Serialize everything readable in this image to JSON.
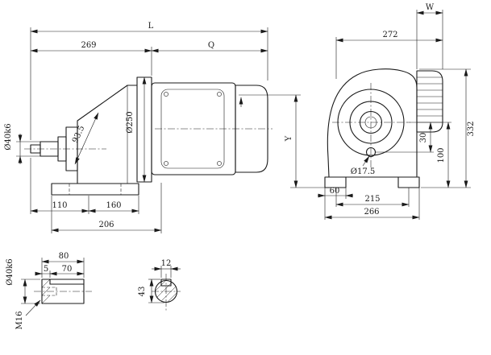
{
  "colors": {
    "ink": "#1a1a1a",
    "background": "#ffffff"
  },
  "side_view": {
    "dims": {
      "L": "L",
      "d269": "269",
      "Q": "Q",
      "shaft_dia": "Ø40k6",
      "d93_5": "93.5",
      "flange_dia": "Ø250",
      "d110": "110",
      "d160": "160",
      "d206": "206"
    }
  },
  "end_view": {
    "dims": {
      "W": "W",
      "d272": "272",
      "d332": "332",
      "d30": "30",
      "d100": "100",
      "hole_dia": "Ø17.5",
      "d60": "60",
      "d215": "215",
      "d266": "266",
      "Y": "Y"
    }
  },
  "shaft_detail": {
    "dims": {
      "d80": "80",
      "d5": "5",
      "d70": "70",
      "shaft_dia": "Ø40k6",
      "thread": "M16"
    }
  },
  "key_detail": {
    "dims": {
      "d12": "12",
      "d43": "43"
    }
  }
}
